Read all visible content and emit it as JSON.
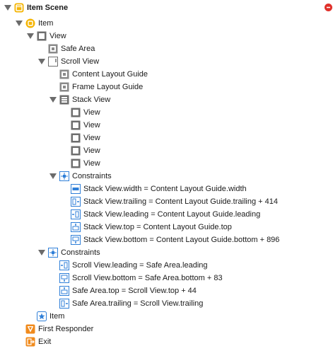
{
  "tree": {
    "scene_title": "Item Scene",
    "item_vc": "Item",
    "view": "View",
    "safe_area": "Safe Area",
    "scroll_view": "Scroll View",
    "content_layout_guide": "Content Layout Guide",
    "frame_layout_guide": "Frame Layout Guide",
    "stack_view": "Stack View",
    "stack_children": [
      "View",
      "View",
      "View",
      "View",
      "View"
    ],
    "stack_constraints_label": "Constraints",
    "stack_constraints": [
      "Stack View.width = Content Layout Guide.width",
      "Stack View.trailing = Content Layout Guide.trailing + 414",
      "Stack View.leading = Content Layout Guide.leading",
      "Stack View.top = Content Layout Guide.top",
      "Stack View.bottom = Content Layout Guide.bottom + 896"
    ],
    "view_constraints_label": "Constraints",
    "view_constraints": [
      "Scroll View.leading = Safe Area.leading",
      "Scroll View.bottom = Safe Area.bottom + 83",
      "Safe Area.top = Scroll View.top + 44",
      "Safe Area.trailing = Scroll View.trailing"
    ],
    "tab_bar_item": "Item",
    "first_responder": "First Responder",
    "exit": "Exit"
  },
  "colors": {
    "scene_yellow": "#f5b400",
    "close_red": "#e0302a",
    "view_gray": "#6e6e6e",
    "constraint_blue": "#2f7fd8",
    "responder_orange": "#f08a1c"
  }
}
